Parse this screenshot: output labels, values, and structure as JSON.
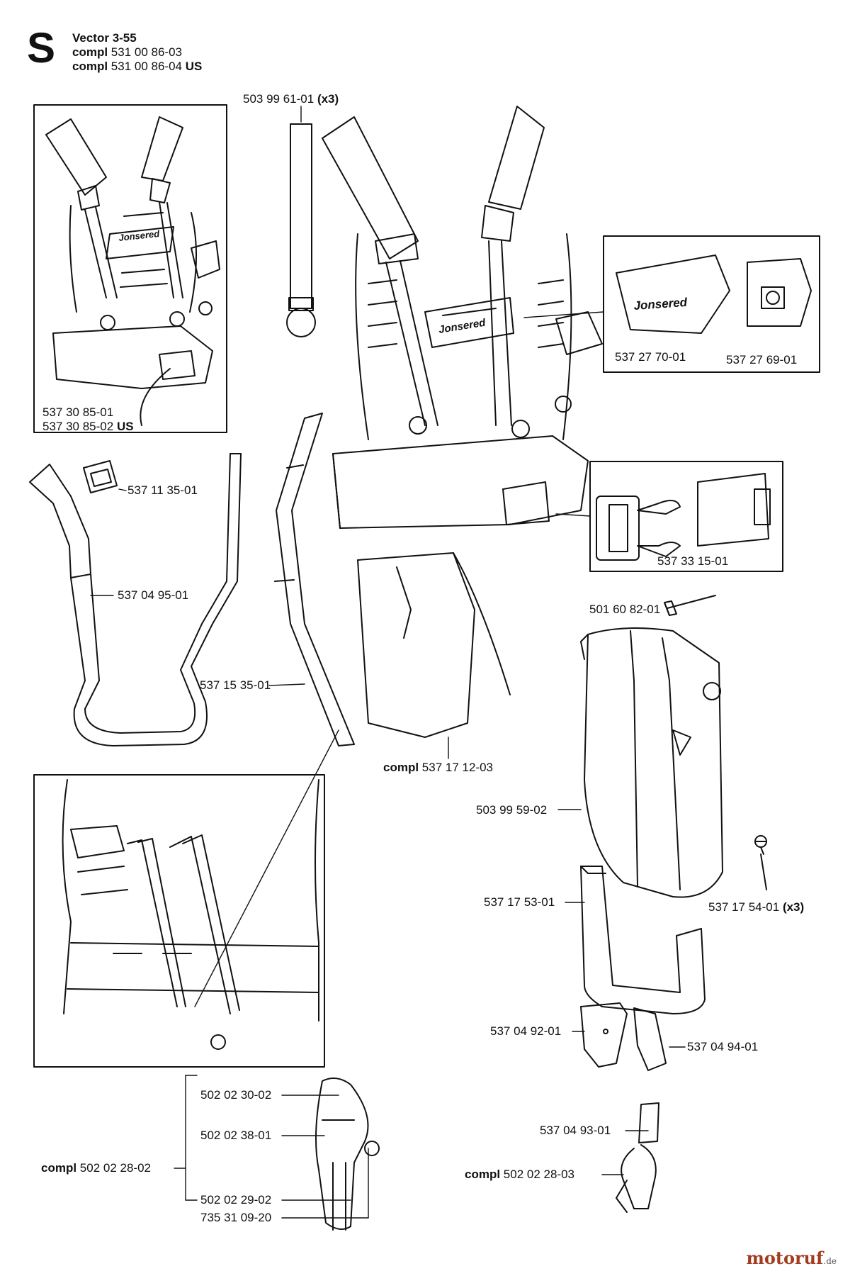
{
  "header": {
    "section": "S",
    "title": "Vector 3-55",
    "compl_label": "compl",
    "line1_code": "531 00 86-03",
    "line2_code": "531 00 86-04",
    "us_label": "US"
  },
  "parts": {
    "p_503996101": {
      "code": "503 99 61-01",
      "qty": "(x3)"
    },
    "p_537308501": {
      "code": "537 30 85-01"
    },
    "p_537308502": {
      "code": "537 30 85-02",
      "suffix": "US"
    },
    "p_537277001": {
      "code": "537 27 70-01"
    },
    "p_537276901": {
      "code": "537 27 69-01"
    },
    "p_537113501": {
      "code": "537 11 35-01"
    },
    "p_537049501": {
      "code": "537 04 95-01"
    },
    "p_537153501": {
      "code": "537 15 35-01"
    },
    "p_537331501": {
      "code": "537 33 15-01"
    },
    "p_501608201": {
      "code": "501 60 82-01"
    },
    "p_537171203": {
      "prefix": "compl",
      "code": "537 17 12-03"
    },
    "p_503995902": {
      "code": "503 99 59-02"
    },
    "p_537175301": {
      "code": "537 17 53-01"
    },
    "p_537175401": {
      "code": "537 17 54-01",
      "qty": "(x3)"
    },
    "p_537049201": {
      "code": "537 04 92-01"
    },
    "p_537049401": {
      "code": "537 04 94-01"
    },
    "p_502023002": {
      "code": "502 02 30-02"
    },
    "p_502023801": {
      "code": "502 02 38-01"
    },
    "p_502022802": {
      "prefix": "compl",
      "code": "502 02 28-02"
    },
    "p_502022902": {
      "code": "502 02 29-02"
    },
    "p_735310920": {
      "code": "735 31 09-20"
    },
    "p_537049301": {
      "code": "537 04 93-01"
    },
    "p_502022803": {
      "prefix": "compl",
      "code": "502 02 28-03"
    }
  },
  "brand_logo": "Jonsered",
  "watermark": {
    "name": "motoruf",
    "tld": ".de"
  }
}
